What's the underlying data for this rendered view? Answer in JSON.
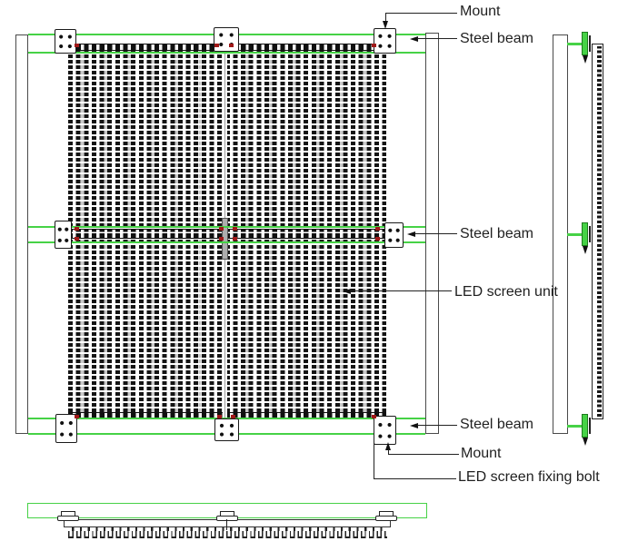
{
  "annotations": {
    "mount_top": "Mount",
    "steel_beam_top": "Steel beam",
    "steel_beam_middle": "Steel beam",
    "led_screen_unit": "LED screen unit",
    "steel_beam_bottom": "Steel beam",
    "mount_bottom": "Mount",
    "led_screen_fixing_bolt": "LED screen fixing bolt"
  },
  "colors": {
    "beam_green": "#46d246",
    "beam_green_dark": "#1d7a1d",
    "bolt_red": "#a01818"
  }
}
